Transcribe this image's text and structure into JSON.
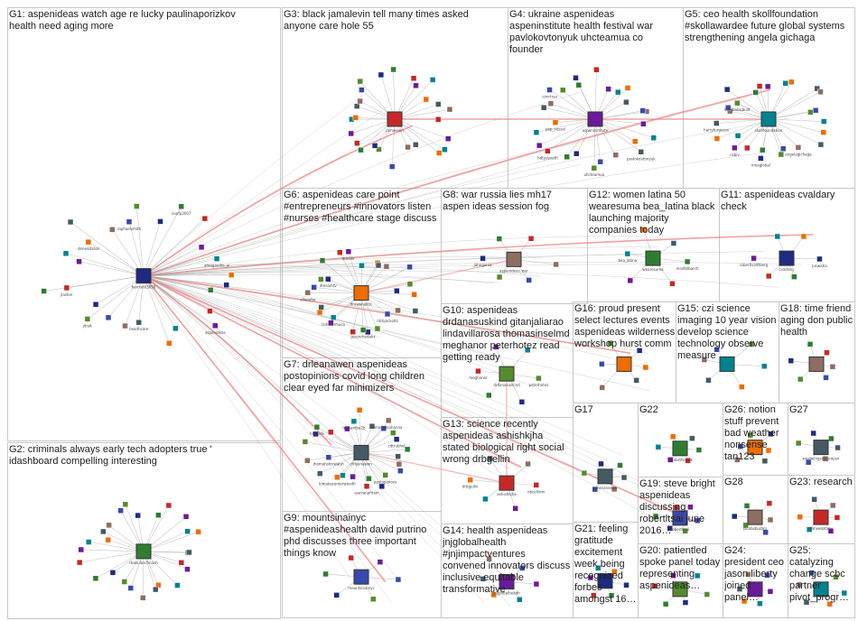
{
  "groups": [
    {
      "id": "G1",
      "label": "G1: aspenideas watch age re lucky paulinaporizkov health need aging more"
    },
    {
      "id": "G2",
      "label": "G2: criminals always early tech adopters true ' idashboard compelling interesting"
    },
    {
      "id": "G3",
      "label": "G3: black jamalevin tell many times asked anyone care hole 55"
    },
    {
      "id": "G4",
      "label": "G4: ukraine aspenideas aspeninstitute health festival war pavlokovtonyuk uhcteamua co founder"
    },
    {
      "id": "G5",
      "label": "G5: ceo health skollfoundation #skollawardee future global systems strengthening angela gichaga"
    },
    {
      "id": "G6",
      "label": "G6: aspenideas care point #entrepreneurs #innovators listen #nurses #healthcare stage discuss"
    },
    {
      "id": "G7",
      "label": "G7: drleanawen aspenideas postopinions covid long children clear eyed far minimizers"
    },
    {
      "id": "G8",
      "label": "G8: war russia lies mh17 aspen ideas session fog"
    },
    {
      "id": "G9",
      "label": "G9: mountsinainyc #aspenideashealth david putrino phd discusses three important things know"
    },
    {
      "id": "G10",
      "label": "G10: aspenideas drdanasuskind gitanjaliarao lindavillarosa thomasinselmd meghanor peterhotez read getting ready"
    },
    {
      "id": "G11",
      "label": "G11: aspenideas cvaldary check"
    },
    {
      "id": "G12",
      "label": "G12: women latina 50 wearesuma bea_latina black launching majority companies today"
    },
    {
      "id": "G13",
      "label": "G13: science recently aspenideas ashishkjha stated biological right social wrong drbgellin"
    },
    {
      "id": "G14",
      "label": "G14: health aspenideas jnjglobalhealth #jnjimpactventures convened innovators discuss inclusive equitable transformative"
    },
    {
      "id": "G15",
      "label": "G15: czi science imaging 10 year vision develop science technology observe measure"
    },
    {
      "id": "G16",
      "label": "G16: proud present select lectures events aspenideas wilderness workshop hurst comm"
    },
    {
      "id": "G17",
      "label": "G17"
    },
    {
      "id": "G18",
      "label": "G18: time friend aging don public health"
    },
    {
      "id": "G19",
      "label": "G19: steve bright aspenideas discussing robertltsai june 2016…"
    },
    {
      "id": "G20",
      "label": "G20: patientled spoke panel today representing aspenideas…"
    },
    {
      "id": "G21",
      "label": "G21: feeling gratitude excitement week being recognized forbes amongst 16…"
    },
    {
      "id": "G22",
      "label": "G22"
    },
    {
      "id": "G23",
      "label": "G23: research"
    },
    {
      "id": "G24",
      "label": "G24: president ceo jason liberty joined panel…"
    },
    {
      "id": "G25",
      "label": "G25: catalyzing change scbc partner pivot_progr…"
    },
    {
      "id": "G26",
      "label": "G26: notion stuff prevent bad weather nonsense tan123"
    },
    {
      "id": "G27",
      "label": "G27"
    },
    {
      "id": "G28",
      "label": "G28"
    }
  ],
  "colors": {
    "edge": "#9a9a9a",
    "edge_highlight": "#f08080",
    "box_border": "#c8c8c8",
    "label_text": "#202020"
  },
  "node_labels": {
    "G1": [
      "harrisdd3650",
      "aspenideas",
      "healthcare",
      "jdrak",
      "jlasher",
      "deneddahal",
      "raphaelsmith",
      "nonfp2007",
      "afiregaudio_ai"
    ],
    "G2": [
      "rbakulaschnach"
    ],
    "G3": [
      "jamalevin"
    ],
    "G4": [
      "aspeninstitute",
      "pavlokovtonyuk",
      "uhcteamua",
      "hdtysyouth",
      "pop_vessel",
      "conrtrsa"
    ],
    "G5": [
      "skollfoundation",
      "angelagichaga",
      "mnaglobal",
      "nsbiv",
      "harryfurgesen",
      "bombalasbuilt"
    ],
    "G6": [
      "drawanalitic",
      "rdrbjackoltz",
      "jevenrhodakx",
      "tsdusurmaco",
      "alleneho",
      "dresomtv",
      "dnrsihr"
    ],
    "G7": [
      "drleanawen",
      "postopinions",
      "saevanpfriam",
      "lomakasenterwoodh",
      "jhamahstorwalsh",
      "hlepeds",
      "mayamba2b",
      "monalisahanna",
      "cdtrubhel"
    ],
    "G8": [
      "aspenideas_war",
      "jahngonia"
    ],
    "G9": [
      "mountsinainyc"
    ],
    "G10": [
      "drdanasuskind",
      "meghanor",
      "peterhotez"
    ],
    "G11": [
      "cvaldary",
      "robertlsalttberg",
      "juswatia"
    ],
    "G12": [
      "wearesuma",
      "bea_latina",
      "mndhilbarch"
    ],
    "G13": [
      "ashishkjha",
      "drbgellin",
      "nbcellimn"
    ],
    "G14": [
      "jnjglobalhealth"
    ],
    "G15": [],
    "G16": [],
    "G17": [
      "winesanesaw"
    ],
    "G18": [],
    "G19": [
      "robertltsai"
    ],
    "G20": [],
    "G21": [],
    "G22": [
      "thenbrthecalk"
    ],
    "G23": [
      "dimxesbtany"
    ],
    "G24": [],
    "G25": [],
    "G26": [],
    "G27": [
      "wesbeingsbiopropsn"
    ],
    "G28": [
      "jacobsbuzzm"
    ]
  }
}
